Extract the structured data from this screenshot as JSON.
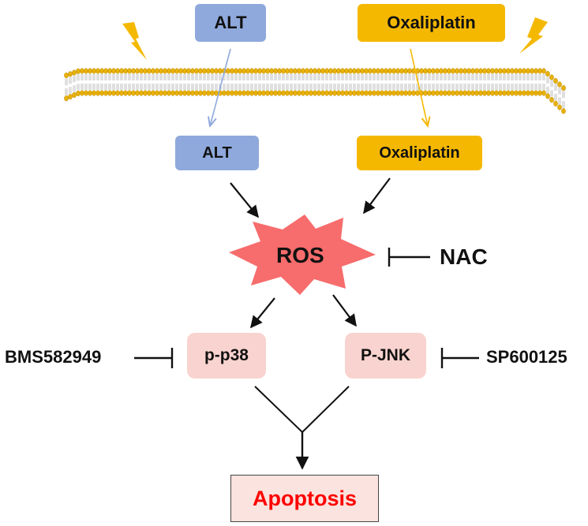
{
  "colors": {
    "alt_box": "#8fa9dc",
    "oxaliplatin_box": "#f5b800",
    "kinase_box": "#f9d3cf",
    "apoptosis_text": "#ff0000",
    "ros_burst": "#f76c6c",
    "membrane": "#e8b10a",
    "lightning": "#f5b800"
  },
  "diagram": {
    "extracellular": {
      "alt": "ALT",
      "oxaliplatin": "Oxaliplatin"
    },
    "intracellular": {
      "alt": "ALT",
      "oxaliplatin": "Oxaliplatin"
    },
    "ros": "ROS",
    "nac": "NAC",
    "p_p38": "p-p38",
    "p_jnk": "P-JNK",
    "bms": "BMS582949",
    "sp": "SP600125",
    "apoptosis": "Apoptosis"
  },
  "icons": [
    "lightning-icon",
    "cell-membrane"
  ]
}
